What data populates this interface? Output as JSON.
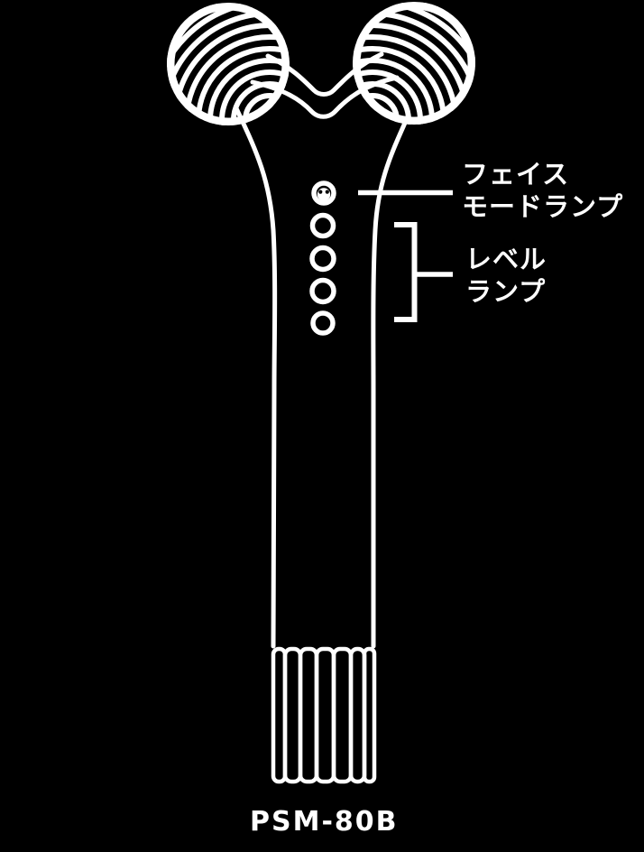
{
  "page": {
    "background_color": "#000000",
    "line_color": "#ffffff"
  },
  "figure": {
    "kind": "facial-roller-device-line-illustration",
    "callouts": [
      {
        "id": "face-mode-lamp",
        "line1": "フェイス",
        "line2": "モードランプ"
      },
      {
        "id": "level-lamp",
        "line1": "レベル",
        "line2": "ランプ"
      }
    ],
    "model_number": "PSM-80B",
    "lamps": {
      "face_mode_lamp_count": 1,
      "level_lamp_count": 4,
      "face_mode_icon": "smiley-face-icon"
    }
  }
}
